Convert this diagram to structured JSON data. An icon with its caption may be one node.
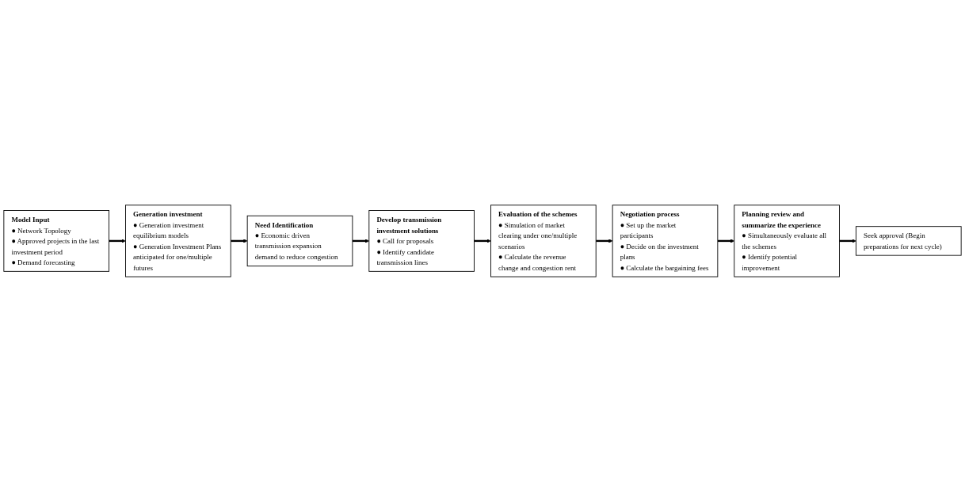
{
  "diagram": {
    "nodes": [
      {
        "text": [
          "Model Input",
          "● Network Topology",
          "● Approved projects in the last investment period",
          "● Demand forecasting"
        ]
      },
      {
        "text": [
          "Generation investment",
          "● Generation investment equilibrium models",
          "● Generation Investment Plans anticipated for one/multiple futures"
        ]
      },
      {
        "text": [
          "Need Identification",
          "● Economic driven transmission expansion demand to reduce congestion"
        ]
      },
      {
        "text": [
          "Develop transmission investment solutions",
          "● Call for proposals",
          "● Identify candidate transmission lines"
        ]
      },
      {
        "text": [
          "Evaluation of the schemes",
          "● Simulation of market clearing under one/multiple scenarios",
          "● Calculate the revenue change and congestion rent"
        ]
      },
      {
        "text": [
          "Negotiation process",
          "● Set up the market participants",
          "● Decide on the investment plans",
          "● Calculate the bargaining fees"
        ]
      },
      {
        "text": [
          "Planning review and summarize the experience",
          "● Simultaneously evaluate all the schemes",
          "● Identify potential improvement"
        ]
      },
      {
        "text": [
          "Seek approval (Begin preparations for next cycle)"
        ]
      }
    ],
    "edges": [
      {
        "from": 0,
        "to": 1,
        "arrow": "to"
      },
      {
        "from": 1,
        "to": 2,
        "arrow": "to"
      },
      {
        "from": 2,
        "to": 3,
        "arrow": "to"
      },
      {
        "from": 3,
        "to": 4,
        "arrow": "to"
      },
      {
        "from": 4,
        "to": 5,
        "arrow": "to"
      },
      {
        "from": 5,
        "to": 6,
        "arrow": "to"
      },
      {
        "from": 6,
        "to": 7,
        "arrow": "to"
      }
    ]
  }
}
